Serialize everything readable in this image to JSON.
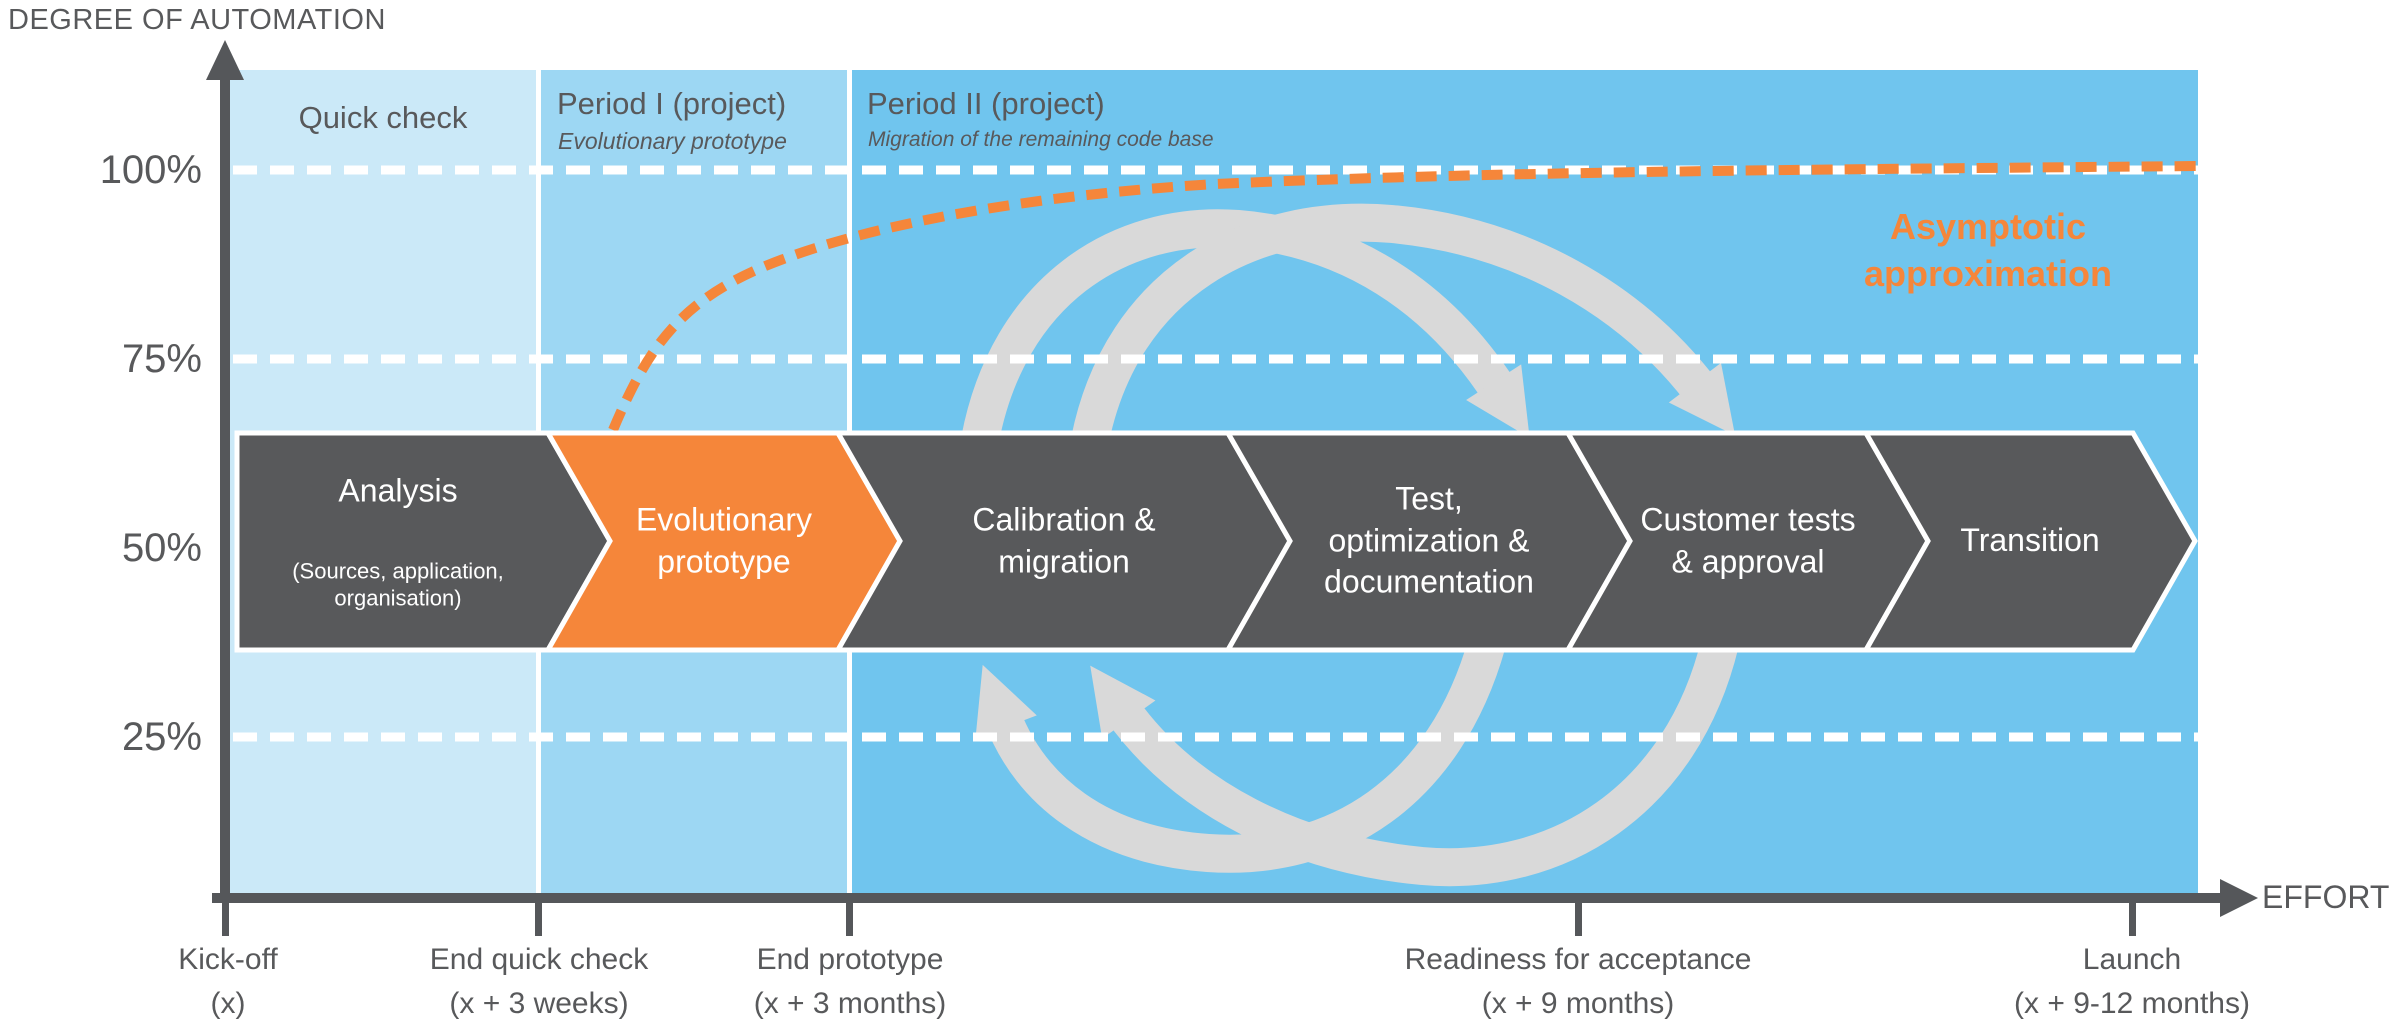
{
  "axes": {
    "y_label": "DEGREE OF AUTOMATION",
    "x_label": "EFFORT",
    "y_ticks": [
      "100%",
      "75%",
      "50%",
      "25%"
    ],
    "x_ticks": [
      {
        "label": "Kick-off\n(x)"
      },
      {
        "label": "End quick check\n(x + 3 weeks)"
      },
      {
        "label": "End prototype\n(x + 3 months)"
      },
      {
        "label": "Readiness for acceptance\n(x + 9 months)"
      },
      {
        "label": "Launch\n(x + 9-12 months)"
      }
    ]
  },
  "bands": [
    {
      "title": "Quick check",
      "subtitle": "",
      "color": "#cbe9f8"
    },
    {
      "title": "Period I (project)",
      "subtitle": "Evolutionary prototype",
      "color": "#9dd7f3"
    },
    {
      "title": "Period II (project)",
      "subtitle": "Migration of the remaining code base",
      "color": "#70c5ee"
    }
  ],
  "annotation": {
    "text": "Asymptotic\napproximation"
  },
  "process": {
    "steps": [
      {
        "label": "Analysis",
        "sublabel": "(Sources, application,\norganisation)",
        "color": "#58595b"
      },
      {
        "label": "Evolutionary\nprototype",
        "sublabel": "",
        "color": "#f5863a"
      },
      {
        "label": "Calibration &\nmigration",
        "sublabel": "",
        "color": "#58595b"
      },
      {
        "label": "Test,\noptimization &\ndocumentation",
        "sublabel": "",
        "color": "#58595b"
      },
      {
        "label": "Customer tests\n& approval",
        "sublabel": "",
        "color": "#58595b"
      },
      {
        "label": "Transition",
        "sublabel": "",
        "color": "#58595b"
      }
    ]
  },
  "colors": {
    "axis": "#55575a",
    "text": "#58595b",
    "accent_orange": "#f5863a",
    "arc_gray": "#d9d9d9",
    "grid_white": "#ffffff"
  }
}
